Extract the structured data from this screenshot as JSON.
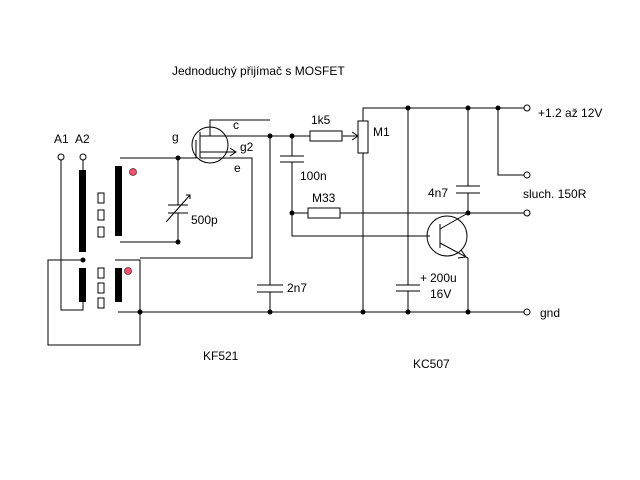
{
  "title": "Jednoduchý přijímač s MOSFET",
  "antenna": {
    "a1": "A1",
    "a2": "A2"
  },
  "mosfet": {
    "gate": "g",
    "gate2": "g2",
    "collector": "c",
    "emitter": "e",
    "part": "KF521"
  },
  "components": {
    "r_1k5": "1k5",
    "pot": "M1",
    "c_100n": "100n",
    "r_m33": "M33",
    "c_4n7": "4n7",
    "c_500p": "500p",
    "c_2n7": "2n7",
    "c_200u_plus": "+",
    "c_200u_value": "200u",
    "c_200u_voltage": "16V",
    "transistor": "KC507"
  },
  "terminals": {
    "supply": "+1.2 až 12V",
    "headphones": "sluch. 150R",
    "ground": "gnd"
  },
  "colors": {
    "line": "#000000",
    "marker": "#ff4d6d",
    "background": "#ffffff"
  }
}
